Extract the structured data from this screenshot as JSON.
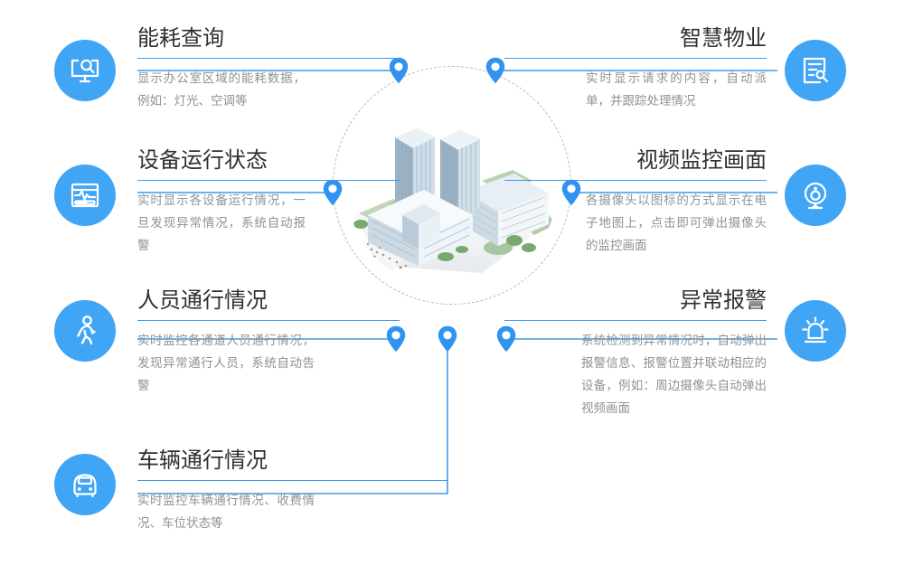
{
  "palette": {
    "accent": "#41a5f5",
    "line": "#3d9ae8",
    "pin": "#2f93ef",
    "title_text": "#303030",
    "body_text": "#8e9396",
    "ring": "#b9bcbf",
    "background": "#ffffff"
  },
  "center": {
    "alt": "aerial rendering of twin office towers campus",
    "ring_style": "dashed"
  },
  "features": {
    "left": [
      {
        "id": "energy",
        "icon": "monitor-search-icon",
        "title": "能耗查询",
        "desc": "显示办公室区域的能耗数据，例如：灯光、空调等"
      },
      {
        "id": "device",
        "icon": "device-monitor-icon",
        "title": "设备运行状态",
        "desc": "实时显示各设备运行情况，一旦发现异常情况，系统自动报警"
      },
      {
        "id": "people",
        "icon": "pedestrian-icon",
        "title": "人员通行情况",
        "desc": "实时监控各通道人员通行情况，发现异常通行人员，系统自动告警"
      },
      {
        "id": "vehicle",
        "icon": "car-icon",
        "title": "车辆通行情况",
        "desc": "实时监控车辆通行情况、收费情况、车位状态等"
      }
    ],
    "right": [
      {
        "id": "property",
        "icon": "document-wrench-icon",
        "title": "智慧物业",
        "desc": "实时显示请求的内容，自动派单，并跟踪处理情况"
      },
      {
        "id": "video",
        "icon": "webcam-icon",
        "title": "视频监控画面",
        "desc": "各摄像头以图标的方式显示在电子地图上，点击即可弹出摄像头的监控画面"
      },
      {
        "id": "alarm",
        "icon": "siren-icon",
        "title": "异常报警",
        "desc": "系统检测到异常情况时，自动弹出报警信息、报警位置并联动相应的设备，例如：周边摄像头自动弹出视频画面"
      }
    ]
  },
  "pins": [
    {
      "id": "pin-energy",
      "label": "能耗查询"
    },
    {
      "id": "pin-property",
      "label": "智慧物业"
    },
    {
      "id": "pin-device",
      "label": "设备运行状态"
    },
    {
      "id": "pin-video",
      "label": "视频监控画面"
    },
    {
      "id": "pin-people",
      "label": "人员通行情况"
    },
    {
      "id": "pin-vehicle",
      "label": "车辆通行情况"
    },
    {
      "id": "pin-alarm",
      "label": "异常报警"
    }
  ]
}
